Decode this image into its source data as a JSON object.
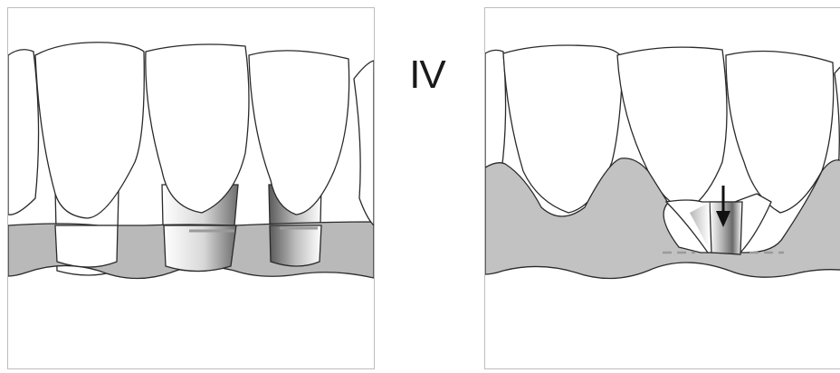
{
  "classification_label": "IV",
  "colors": {
    "gingiva": "#b9b9b9",
    "outline": "#2a2a2a",
    "tooth": "#ffffff",
    "recession_shading": "#7a7a7a"
  },
  "panels": [
    {
      "id": "before",
      "arrow": false
    },
    {
      "id": "after",
      "arrow": true,
      "arrow_direction": "down"
    }
  ]
}
